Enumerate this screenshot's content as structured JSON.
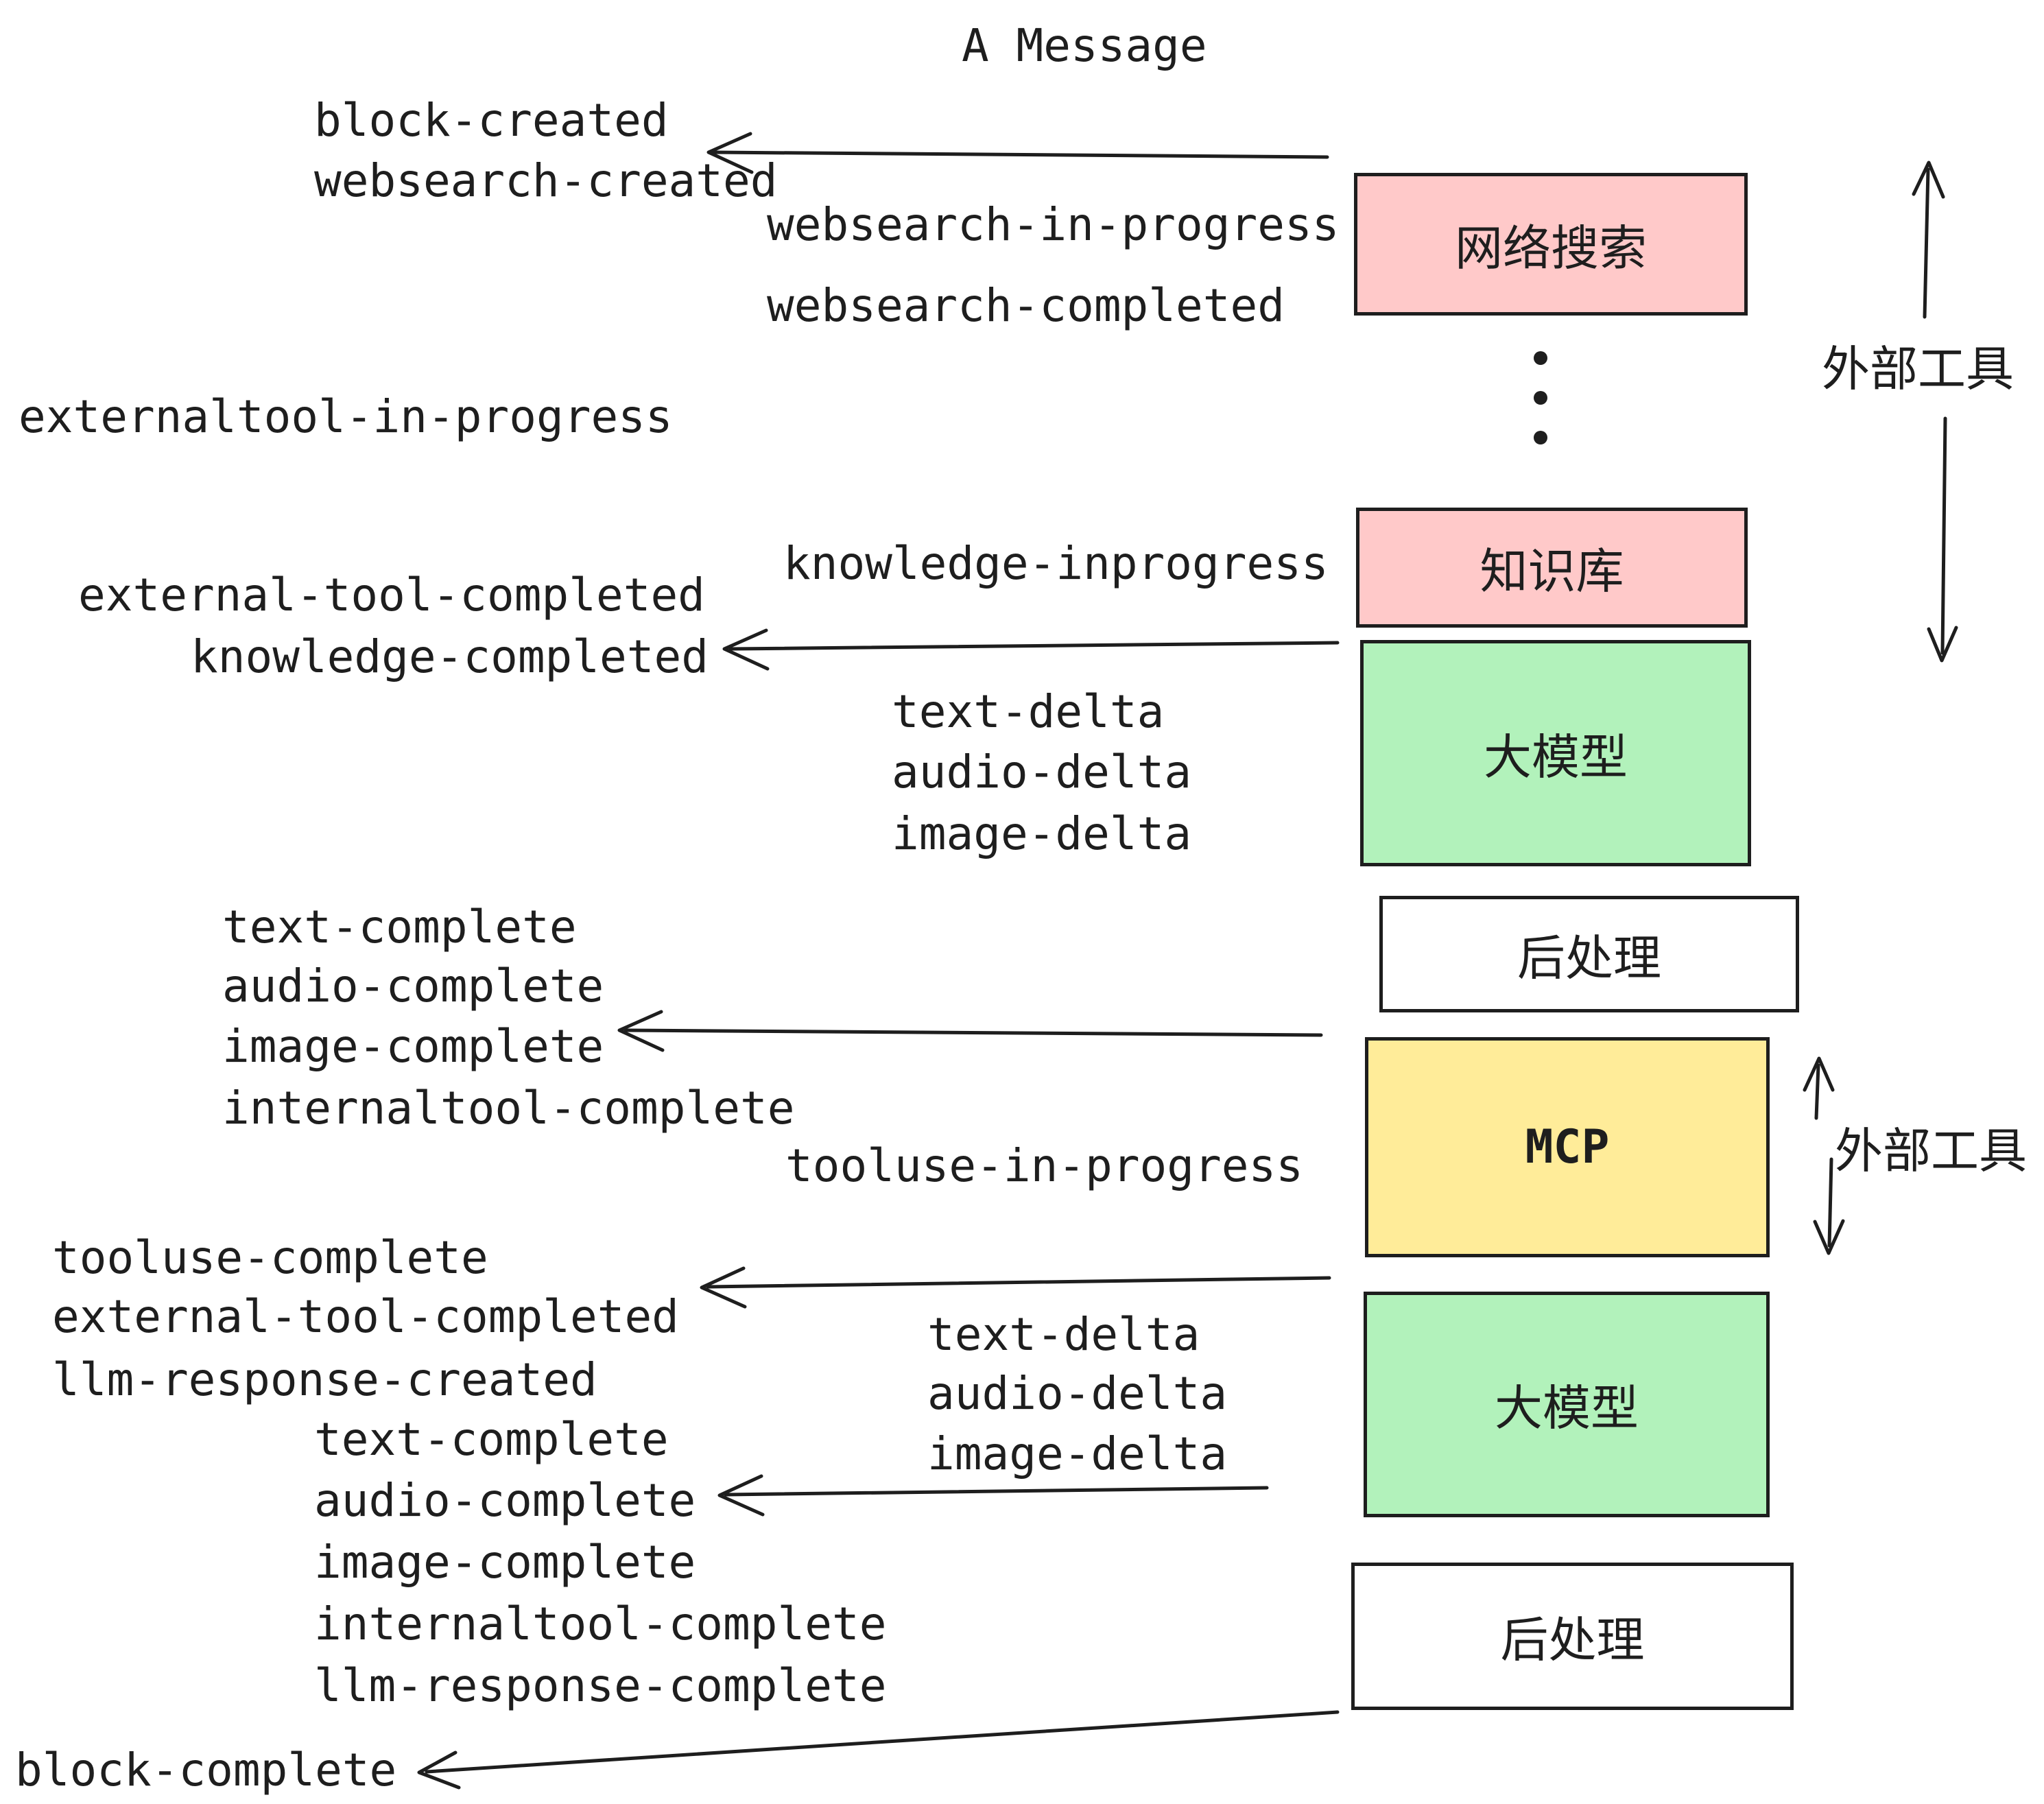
{
  "title": "A Message",
  "events": {
    "block_created": "block-created",
    "websearch_created": "websearch-created",
    "websearch_in_progress": "websearch-in-progress",
    "websearch_completed": "websearch-completed",
    "externaltool_in_progress": "externaltool-in-progress",
    "knowledge_inprogress": "knowledge-inprogress",
    "external_tool_completed": "external-tool-completed",
    "knowledge_completed": "knowledge-completed",
    "text_delta": "text-delta",
    "audio_delta": "audio-delta",
    "image_delta": "image-delta",
    "text_complete": "text-complete",
    "audio_complete": "audio-complete",
    "image_complete": "image-complete",
    "internaltool_complete": "internaltool-complete",
    "tooluse_in_progress": "tooluse-in-progress",
    "tooluse_complete": "tooluse-complete",
    "external_tool_completed_2": "external-tool-completed",
    "llm_response_created": "llm-response-created",
    "text_delta_2": "text-delta",
    "audio_delta_2": "audio-delta",
    "image_delta_2": "image-delta",
    "text_complete_2": "text-complete",
    "audio_complete_2": "audio-complete",
    "image_complete_2": "image-complete",
    "internaltool_complete_2": "internaltool-complete",
    "llm_response_complete": "llm-response-complete",
    "block_complete": "block-complete"
  },
  "boxes": {
    "websearch": {
      "label": "网络搜索",
      "fill": "#ffc9c9"
    },
    "knowledge": {
      "label": "知识库",
      "fill": "#ffc9c9"
    },
    "llm1": {
      "label": "大模型",
      "fill": "#b2f2bb"
    },
    "post1": {
      "label": "后处理",
      "fill": "#ffffff"
    },
    "mcp": {
      "label": "MCP",
      "fill": "#ffec99"
    },
    "llm2": {
      "label": "大模型",
      "fill": "#b2f2bb"
    },
    "post2": {
      "label": "后处理",
      "fill": "#ffffff"
    }
  },
  "annotations": {
    "external_tools_1": "外部工具",
    "external_tools_2": "外部工具"
  },
  "colors": {
    "ink": "#1e1e1e",
    "pink": "#ffc9c9",
    "green": "#b2f2bb",
    "yellow": "#ffec99",
    "background": "#ffffff"
  }
}
